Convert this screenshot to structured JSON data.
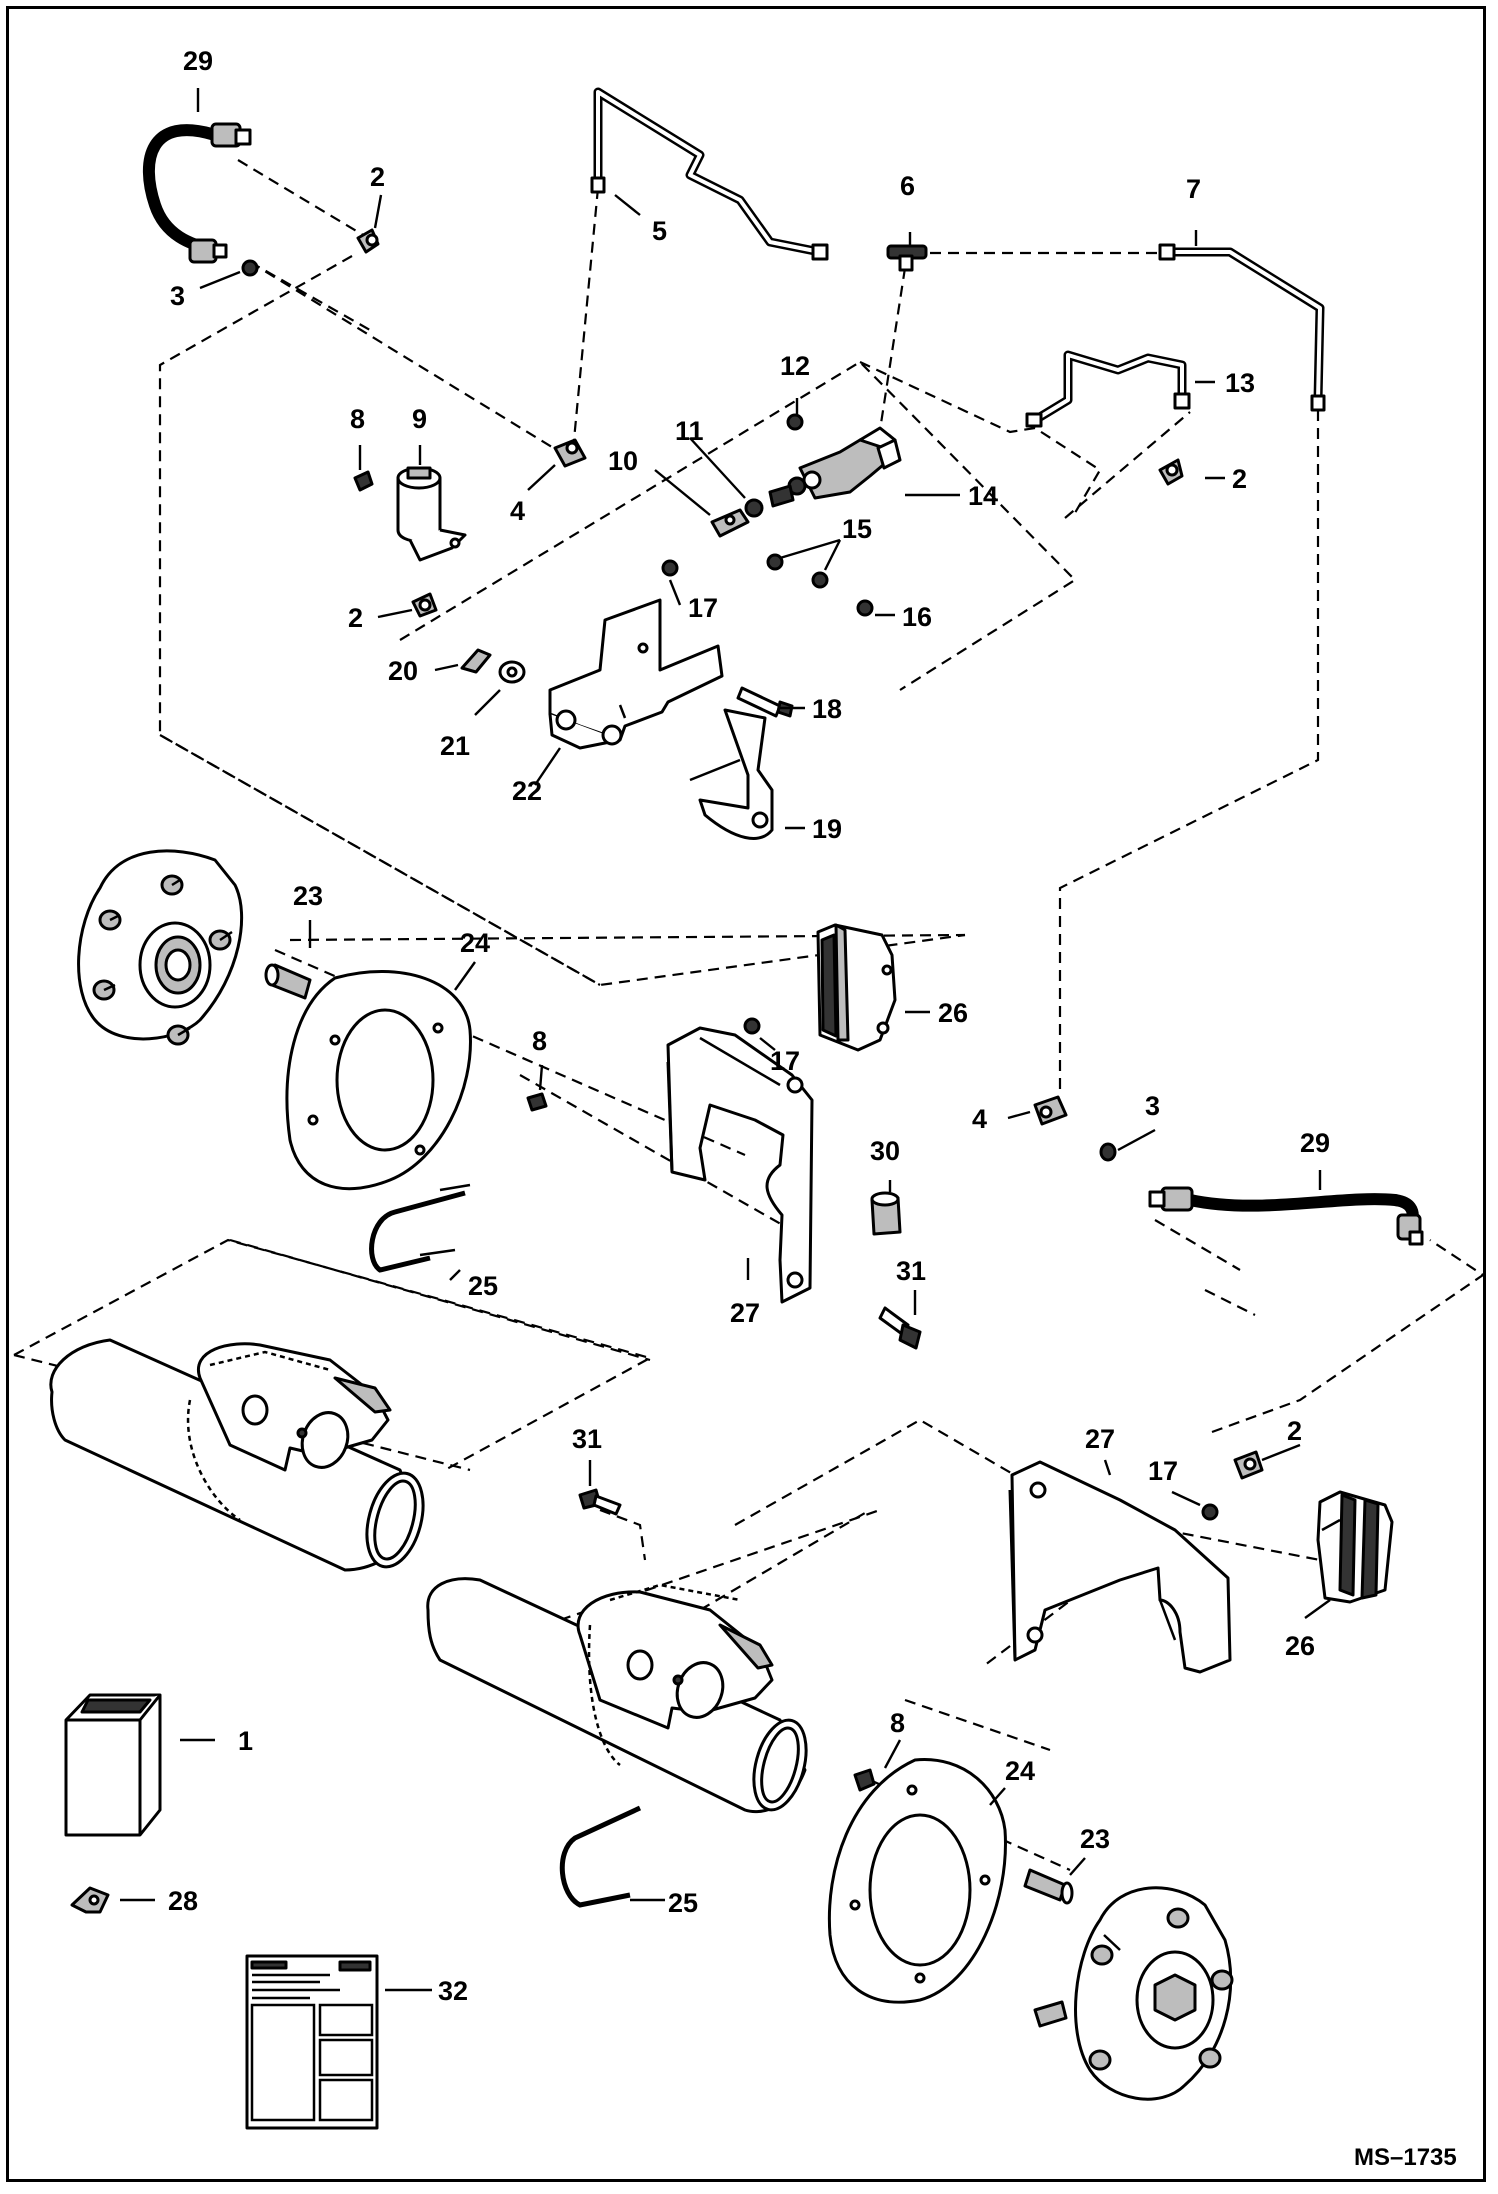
{
  "drawing_code": "MS–1735",
  "callouts": [
    {
      "id": "c29a",
      "text": "29"
    },
    {
      "id": "c2a",
      "text": "2"
    },
    {
      "id": "c3a",
      "text": "3"
    },
    {
      "id": "c5",
      "text": "5"
    },
    {
      "id": "c6",
      "text": "6"
    },
    {
      "id": "c7",
      "text": "7"
    },
    {
      "id": "c12",
      "text": "12"
    },
    {
      "id": "c13",
      "text": "13"
    },
    {
      "id": "c8a",
      "text": "8"
    },
    {
      "id": "c9",
      "text": "9"
    },
    {
      "id": "c11",
      "text": "11"
    },
    {
      "id": "c10",
      "text": "10"
    },
    {
      "id": "c4a",
      "text": "4"
    },
    {
      "id": "c2b",
      "text": "2"
    },
    {
      "id": "c14",
      "text": "14"
    },
    {
      "id": "c15",
      "text": "15"
    },
    {
      "id": "c17a",
      "text": "17"
    },
    {
      "id": "c16",
      "text": "16"
    },
    {
      "id": "c2c",
      "text": "2"
    },
    {
      "id": "c20",
      "text": "20"
    },
    {
      "id": "c18",
      "text": "18"
    },
    {
      "id": "c21",
      "text": "21"
    },
    {
      "id": "c22",
      "text": "22"
    },
    {
      "id": "c19",
      "text": "19"
    },
    {
      "id": "c23a",
      "text": "23"
    },
    {
      "id": "c24a",
      "text": "24"
    },
    {
      "id": "c26a",
      "text": "26"
    },
    {
      "id": "c8b",
      "text": "8"
    },
    {
      "id": "c17b",
      "text": "17"
    },
    {
      "id": "c4b",
      "text": "4"
    },
    {
      "id": "c3b",
      "text": "3"
    },
    {
      "id": "c30",
      "text": "30"
    },
    {
      "id": "c29b",
      "text": "29"
    },
    {
      "id": "c25a",
      "text": "25"
    },
    {
      "id": "c27a",
      "text": "27"
    },
    {
      "id": "c31a",
      "text": "31"
    },
    {
      "id": "c31b",
      "text": "31"
    },
    {
      "id": "c2d",
      "text": "2"
    },
    {
      "id": "c27b",
      "text": "27"
    },
    {
      "id": "c17c",
      "text": "17"
    },
    {
      "id": "c26b",
      "text": "26"
    },
    {
      "id": "c1",
      "text": "1"
    },
    {
      "id": "c8c",
      "text": "8"
    },
    {
      "id": "c24b",
      "text": "24"
    },
    {
      "id": "c23b",
      "text": "23"
    },
    {
      "id": "c28",
      "text": "28"
    },
    {
      "id": "c25b",
      "text": "25"
    },
    {
      "id": "c32",
      "text": "32"
    }
  ],
  "parts": [
    {
      "id": "p29a",
      "icon": "brake-hose-icon"
    },
    {
      "id": "p5",
      "icon": "brake-line-icon"
    },
    {
      "id": "p7",
      "icon": "brake-line-icon"
    },
    {
      "id": "p13",
      "icon": "brake-line-icon"
    },
    {
      "id": "p6",
      "icon": "tee-fitting-icon"
    },
    {
      "id": "p9",
      "icon": "reservoir-icon"
    },
    {
      "id": "p14",
      "icon": "master-cylinder-icon"
    },
    {
      "id": "p22",
      "icon": "mounting-bracket-icon"
    },
    {
      "id": "p19",
      "icon": "brake-pedal-icon"
    },
    {
      "id": "p_hub_a",
      "icon": "wheel-hub-icon"
    },
    {
      "id": "p24a",
      "icon": "brake-disc-icon"
    },
    {
      "id": "p26a",
      "icon": "brake-caliper-icon"
    },
    {
      "id": "p27a",
      "icon": "caliper-bracket-icon"
    },
    {
      "id": "p29b",
      "icon": "brake-hose-icon"
    },
    {
      "id": "p25a",
      "icon": "u-bolt-icon"
    },
    {
      "id": "p_axle_a",
      "icon": "axle-tube-icon"
    },
    {
      "id": "p_axle_b",
      "icon": "axle-tube-icon"
    },
    {
      "id": "p27b",
      "icon": "caliper-bracket-icon"
    },
    {
      "id": "p26b",
      "icon": "brake-caliper-icon"
    },
    {
      "id": "p1",
      "icon": "brake-fluid-container-icon"
    },
    {
      "id": "p24b",
      "icon": "brake-disc-icon"
    },
    {
      "id": "p_hub_b",
      "icon": "wheel-hub-icon"
    },
    {
      "id": "p25b",
      "icon": "u-bolt-icon"
    },
    {
      "id": "p28",
      "icon": "clip-icon"
    },
    {
      "id": "p32",
      "icon": "instruction-sheet-icon"
    }
  ]
}
